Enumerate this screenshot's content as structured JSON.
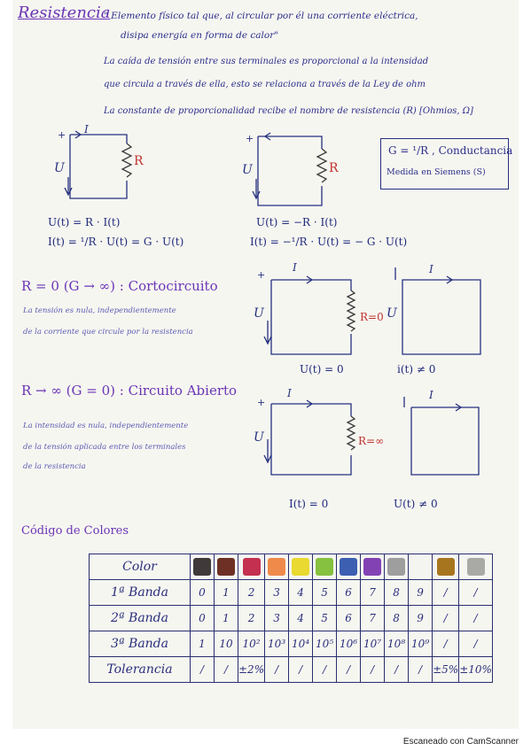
{
  "title": "Resistencia",
  "definition": {
    "line1": "\" Elemento físico tal que, al circular por él una corriente eléctrica,",
    "line2": "disipa energía en forma de calor\"",
    "ohm_line1": "La caída de tensión entre sus terminales es proporcional a la intensidad",
    "ohm_line2": "que circula a través de ella, esto se relaciona a través de la Ley de ohm",
    "const_line": "La constante de proporcionalidad recibe el nombre de resistencia (R) [Ohmios, Ω]"
  },
  "circuits": {
    "c1": {
      "plus": "+",
      "current": "I",
      "voltage": "U",
      "resistor": "R",
      "eq1": "U(t) = R · I(t)",
      "eq2": "I(t) = ¹/R · U(t) = G · U(t)"
    },
    "c2": {
      "plus": "+",
      "voltage": "U",
      "resistor": "R",
      "eq1": "U(t) = −R · I(t)",
      "eq2": "I(t) = −¹/R · U(t) = − G · U(t)"
    },
    "short_a": {
      "plus": "+",
      "current": "I",
      "voltage": "U",
      "resistor": "R=0",
      "caption": "U(t) = 0"
    },
    "short_b": {
      "current": "I",
      "voltage": "U",
      "caption": "i(t) ≠ 0"
    },
    "open_a": {
      "plus": "+",
      "current": "I",
      "voltage": "U",
      "resistor": "R=∞",
      "caption": "I(t) = 0"
    },
    "open_b": {
      "current": "I",
      "caption": "U(t) ≠ 0"
    }
  },
  "conductance": {
    "line1": "G = ¹/R , Conductancia",
    "line2": "Medida en Siemens (S)"
  },
  "short_circuit": {
    "title": "R = 0 (G → ∞) : Cortocircuito",
    "line1": "La tensión es nula, independientemente",
    "line2": "de la corriente que circule por la resistencia"
  },
  "open_circuit": {
    "title": "R → ∞ (G = 0) : Circuito Abierto",
    "line1": "La intensidad es nula, independientemente",
    "line2": "de la tensión aplicada entre los terminales",
    "line3": "de la resistencia"
  },
  "color_code": {
    "title": "Código de Colores",
    "header": "Color",
    "swatches": [
      "#3f3a39",
      "#6e3024",
      "#c4304f",
      "#f08a4a",
      "#e9d930",
      "#86c140",
      "#3c5fb2",
      "#8342b4",
      "#9e9e9e",
      "#f4f4f0",
      "#a8751f",
      "#a9aaa6"
    ],
    "rows": [
      {
        "label": "1ª Banda",
        "cells": [
          "0",
          "1",
          "2",
          "3",
          "4",
          "5",
          "6",
          "7",
          "8",
          "9",
          "/",
          "/"
        ]
      },
      {
        "label": "2ª Banda",
        "cells": [
          "0",
          "1",
          "2",
          "3",
          "4",
          "5",
          "6",
          "7",
          "8",
          "9",
          "/",
          "/"
        ]
      },
      {
        "label": "3ª Banda",
        "cells": [
          "1",
          "10",
          "10²",
          "10³",
          "10⁴",
          "10⁵",
          "10⁶",
          "10⁷",
          "10⁸",
          "10⁹",
          "/",
          "/"
        ]
      },
      {
        "label": "Tolerancia",
        "cells": [
          "/",
          "/",
          "±2%",
          "/",
          "/",
          "/",
          "/",
          "/",
          "/",
          "/",
          "±5%",
          "±10%"
        ]
      }
    ]
  },
  "footer": "Escaneado con CamScanner"
}
